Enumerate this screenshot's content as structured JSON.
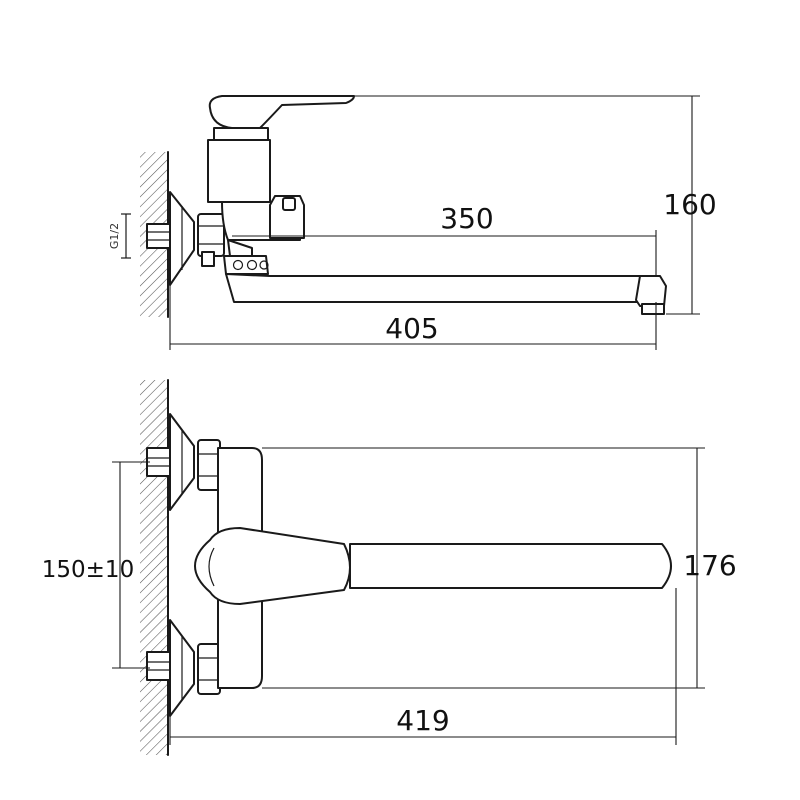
{
  "side_view": {
    "dim_height": "160",
    "dim_spout": "350",
    "dim_length": "405",
    "thread_label": "G1/2"
  },
  "top_view": {
    "dim_spacing": "150±10",
    "dim_width": "176",
    "dim_length": "419"
  }
}
